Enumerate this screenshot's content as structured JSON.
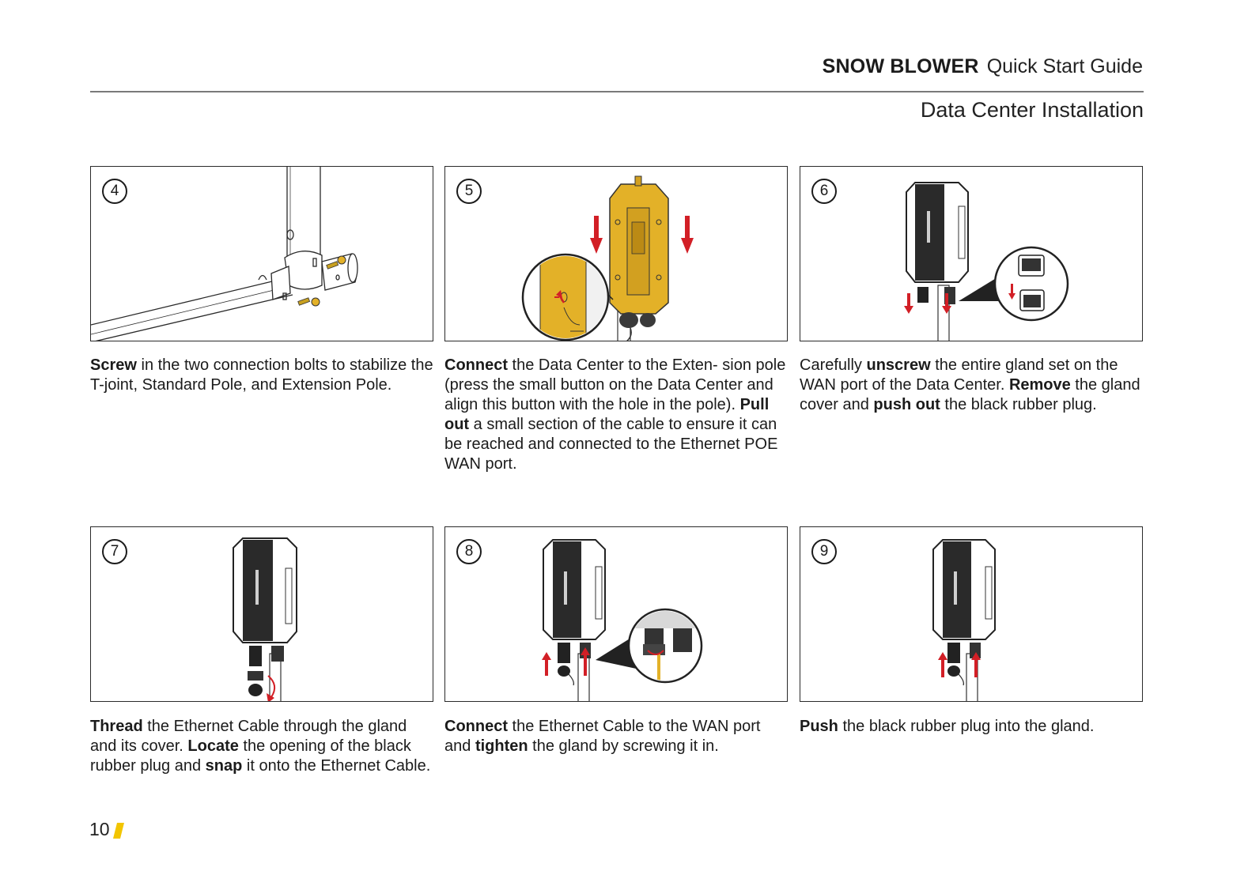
{
  "header": {
    "product": "SNOW BLOWER",
    "guide": "Quick Start Guide",
    "section": "Data Center Installation"
  },
  "steps": [
    {
      "number": "4",
      "caption": [
        {
          "text": "Screw",
          "bold": true
        },
        {
          "text": " in the two connection bolts to stabilize the T-joint, Standard Pole, and Extension Pole.",
          "bold": false
        }
      ]
    },
    {
      "number": "5",
      "caption": [
        {
          "text": "Connect",
          "bold": true
        },
        {
          "text": " the Data Center to the Exten- sion pole (press the small button on the Data Center and align this button with the hole in the pole). ",
          "bold": false
        },
        {
          "text": "Pull out",
          "bold": true
        },
        {
          "text": " a small section of the cable to ensure it can be reached and connected to the Ethernet POE WAN port.",
          "bold": false
        }
      ]
    },
    {
      "number": "6",
      "caption": [
        {
          "text": "Carefully ",
          "bold": false
        },
        {
          "text": "unscrew",
          "bold": true
        },
        {
          "text": " the entire gland set on the WAN port of the Data Center. ",
          "bold": false
        },
        {
          "text": "Remove",
          "bold": true
        },
        {
          "text": " the gland cover and ",
          "bold": false
        },
        {
          "text": "push out",
          "bold": true
        },
        {
          "text": " the black rubber plug.",
          "bold": false
        }
      ]
    },
    {
      "number": "7",
      "caption": [
        {
          "text": "Thread",
          "bold": true
        },
        {
          "text": " the Ethernet Cable through the gland and its cover. ",
          "bold": false
        },
        {
          "text": "Locate",
          "bold": true
        },
        {
          "text": " the opening of the black rubber plug and ",
          "bold": false
        },
        {
          "text": "snap",
          "bold": true
        },
        {
          "text": " it onto the Ethernet Cable.",
          "bold": false
        }
      ]
    },
    {
      "number": "8",
      "caption": [
        {
          "text": "Connect",
          "bold": true
        },
        {
          "text": " the Ethernet Cable to the WAN port and ",
          "bold": false
        },
        {
          "text": "tighten",
          "bold": true
        },
        {
          "text": " the gland by screwing it in.",
          "bold": false
        }
      ]
    },
    {
      "number": "9",
      "caption": [
        {
          "text": "Push",
          "bold": true
        },
        {
          "text": " the black rubber plug into the gland.",
          "bold": false
        }
      ]
    }
  ],
  "footer": {
    "page_number": "10"
  },
  "colors": {
    "accent_yellow": "#f2c500",
    "arrow_red": "#d21f26",
    "device_gold": "#e3b128",
    "device_black": "#222222"
  }
}
